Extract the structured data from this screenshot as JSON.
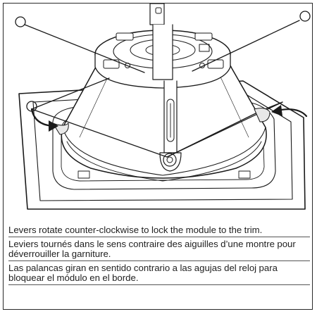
{
  "figure": {
    "alt_icon": "module-trim-installation-illustration"
  },
  "captions": {
    "english": "Levers rotate counter-clockwise to lock the module to the trim.",
    "french": "Leviers tournés dans le sens contraire des aiguilles d’une montre pour déverrouiller la garniture.",
    "spanish": "Las palancas giran en sentido contrario a las agujas del reloj para bloquear el módulo en el borde."
  },
  "colors": {
    "line": "#1a1a1a",
    "fill_light": "#ffffff",
    "fill_shade": "#e8e8e8",
    "frame": "#2a2a2a"
  }
}
